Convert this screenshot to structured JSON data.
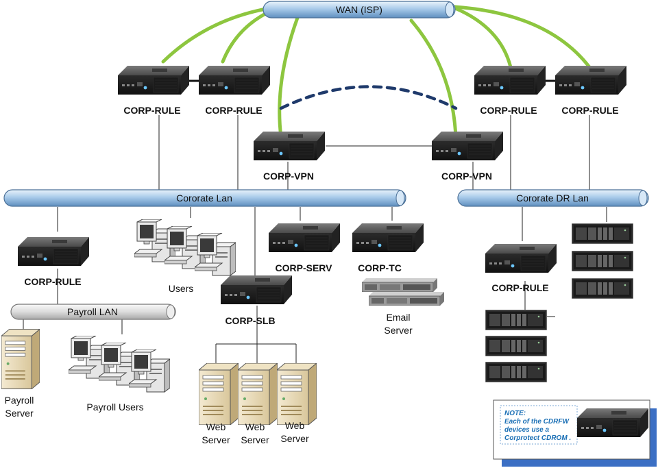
{
  "networks": {
    "wan": "WAN (ISP)",
    "corporate_lan": "Cororate Lan",
    "dr_lan": "Cororate DR Lan",
    "payroll_lan": "Payroll LAN"
  },
  "devices": {
    "corp_rule_1": "CORP-RULE",
    "corp_rule_2": "CORP-RULE",
    "corp_rule_3": "CORP-RULE",
    "corp_rule_4": "CORP-RULE",
    "corp_vpn_1": "CORP-VPN",
    "corp_vpn_2": "CORP-VPN",
    "corp_rule_payroll": "CORP-RULE",
    "corp_serv": "CORP-SERV",
    "corp_tc": "CORP-TC",
    "corp_slb": "CORP-SLB",
    "corp_rule_dr": "CORP-RULE"
  },
  "servers": {
    "users": "Users",
    "email_line1": "Email",
    "email_line2": "Server",
    "payroll_server_line1": "Payroll",
    "payroll_server_line2": "Server",
    "payroll_users": "Payroll Users",
    "web1_line1": "Web",
    "web1_line2": "Server",
    "web2_line1": "Web",
    "web2_line2": "Server",
    "web3_line1": "Web",
    "web3_line2": "Server"
  },
  "note": {
    "line1": "NOTE:",
    "line2": "Each of the CDRFW",
    "line3": "devices use a",
    "line4": "Corprotect CDROM ."
  },
  "colors": {
    "wan_link": "#8dc63f",
    "vpn_tunnel": "#1f3a6b",
    "pipe": "#9cc3e6",
    "note_shadow": "#3b6fc4",
    "note_text": "#1a6fb5"
  }
}
